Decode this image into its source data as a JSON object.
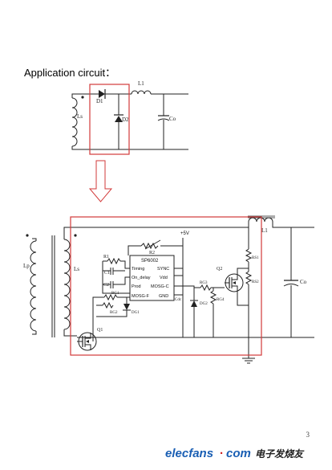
{
  "heading": "Application circuit：",
  "page_number": "3",
  "logo": {
    "brand": "elecfans",
    "dot": "·",
    "domain": "com",
    "chinese": "电子发烧友"
  },
  "top_circuit": {
    "ls": "Ls",
    "d1": "D1",
    "d2": "D2",
    "l1": "L1",
    "co": "Co"
  },
  "bottom_circuit": {
    "lp": "Lp",
    "ls": "Ls",
    "l1": "L1",
    "co": "Co",
    "r1": "R1",
    "c1": "C1",
    "c2": "C2",
    "r2": "R2",
    "chip_name": "SP6002",
    "pin_timing": "Timing",
    "pin_ondelay": "On_delay",
    "pin_prod": "Prod",
    "pin_mosgf": "MOSG-F",
    "pin_sync": "SYNC",
    "pin_vdd": "Vdd",
    "pin_mosgc": "MOSG-C",
    "pin_gnd": "GND",
    "plus5v": "+5V",
    "rg1": "RG1",
    "rg2": "RG2",
    "dg1": "DG1",
    "q1": "Q1",
    "q2": "Q2",
    "cdc": "Cdc",
    "rg3": "RG3",
    "dg2": "DG2",
    "rg4": "RG4",
    "rs1": "RS1",
    "rs2": "RS2"
  },
  "colors": {
    "frame": "#d23a3a",
    "wire": "#222222",
    "logo_blue": "#1a5fb4",
    "logo_red": "#d02020"
  }
}
